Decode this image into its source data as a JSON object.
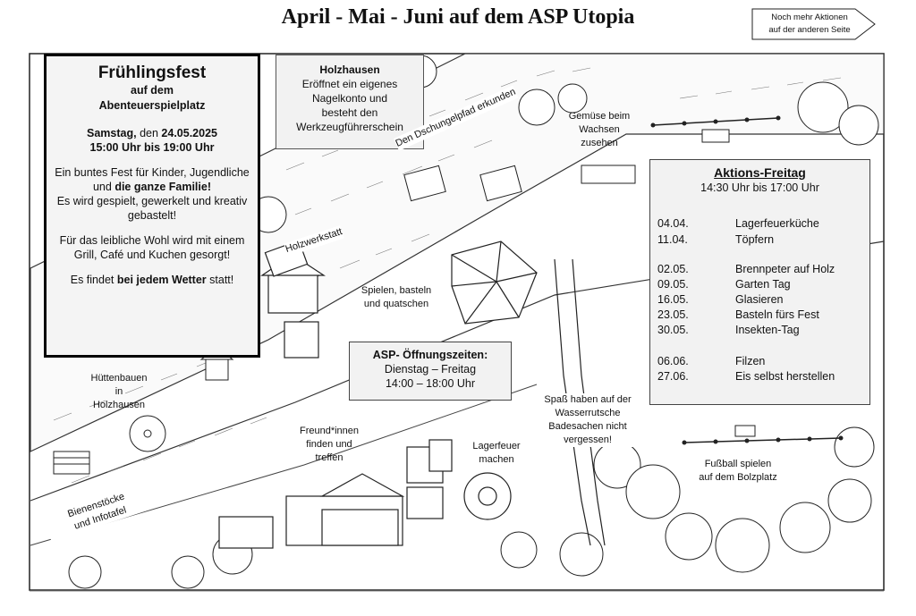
{
  "page": {
    "title": "April - Mai - Juni auf dem ASP Utopia",
    "next_page_note": "Noch mehr Aktionen auf der anderen Seite",
    "next_page_line1": "Noch mehr Aktionen",
    "next_page_line2": "auf der anderen Seite"
  },
  "fest": {
    "title": "Frühlingsfest",
    "line1": "auf dem",
    "line2": "Abenteuerspielplatz",
    "date_prefix": "Samstag,",
    "date_word": " den ",
    "date": "24.05.2025",
    "time": "15:00 Uhr bis 19:00 Uhr",
    "desc1_pre": "Ein buntes Fest für Kinder, Jugendliche und ",
    "desc1_bold": "die ganze Familie!",
    "desc2": "Es wird gespielt, gewerkelt und kreativ gebastelt!",
    "desc3": "Für das leibliche Wohl wird mit einem Grill, Café und Kuchen gesorgt!",
    "desc4_pre": "Es findet ",
    "desc4_bold": "bei jedem Wetter",
    "desc4_post": " statt!"
  },
  "holzhausen": {
    "title": "Holzhausen",
    "line1": "Eröffnet ein eigenes",
    "line2": "Nagelkonto und",
    "line3": "besteht den",
    "line4": "Werkzeugführerschein"
  },
  "aktions_freitag": {
    "title": "Aktions-Freitag",
    "time": "14:30 Uhr bis 17:00 Uhr",
    "events": [
      {
        "date": "04.04.",
        "name": "Lagerfeuerküche"
      },
      {
        "date": "11.04.",
        "name": "Töpfern"
      },
      {
        "date": "02.05.",
        "name": "Brennpeter auf Holz"
      },
      {
        "date": "09.05.",
        "name": "Garten Tag"
      },
      {
        "date": "16.05.",
        "name": "Glasieren"
      },
      {
        "date": "23.05.",
        "name": "Basteln fürs Fest"
      },
      {
        "date": "30.05.",
        "name": "Insekten-Tag"
      },
      {
        "date": "06.06.",
        "name": "Filzen"
      },
      {
        "date": "27.06.",
        "name": "Eis selbst herstellen"
      }
    ]
  },
  "oeffnungszeiten": {
    "title": "ASP- Öffnungszeiten:",
    "days": "Dienstag – Freitag",
    "time": "14:00 – 18:00 Uhr"
  },
  "map_labels": {
    "dschungelpfad": "Den Dschungelpfad erkunden",
    "holzwerkstatt": "Holzwerkstatt",
    "gemuese": [
      "Gemüse beim",
      "Wachsen",
      "zusehen"
    ],
    "spielen": [
      "Spielen, basteln",
      "und quatschen"
    ],
    "huettenbauen": [
      "Hüttenbauen",
      "in",
      "Holzhausen"
    ],
    "freunde": [
      "Freund*innen",
      "finden und",
      "treffen"
    ],
    "lagerfeuer": [
      "Lagerfeuer",
      "machen"
    ],
    "wasserrutsche": [
      "Spaß haben auf der",
      "Wasserrutsche",
      "Badesachen nicht",
      "vergessen!"
    ],
    "bienen": "Bienenstöcke und Infotafel",
    "bienen_line1": "Bienenstöcke",
    "bienen_line2": "und Infotafel",
    "fussball": [
      "Fußball spielen",
      "auf dem Bolzplatz"
    ]
  }
}
